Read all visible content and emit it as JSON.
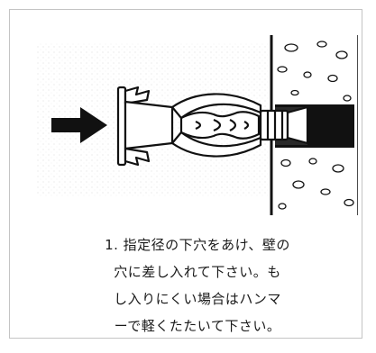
{
  "caption": {
    "lines": [
      "1. 指定径の下穴をあけ、壁の",
      "穴に差し入れて下さい。も",
      "し入りにくい場合はハンマ",
      "ーで軽くたたいて下さい。"
    ]
  },
  "colors": {
    "ink": "#111111",
    "background_speckle": "#d8d8d8",
    "frame_border": "#c4c4c4"
  },
  "icons": {
    "arrow": "push-direction-arrow-icon",
    "anchor": "hollow-wall-anchor-icon",
    "wall": "concrete-wall-icon"
  }
}
